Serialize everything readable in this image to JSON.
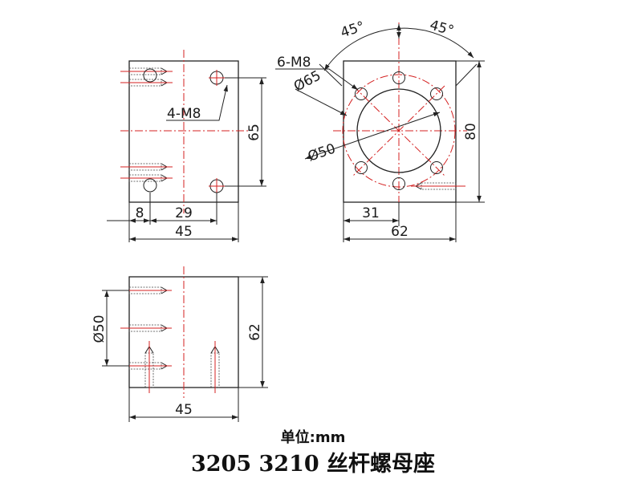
{
  "drawing": {
    "front_view": {
      "hole_note": "4-M8",
      "height_dim": "65",
      "offset_dim": "8",
      "spacing_dim": "29",
      "width_dim": "45"
    },
    "side_view": {
      "angle_left": "45°",
      "angle_right": "45°",
      "hole_note": "6-M8",
      "bolt_circle_dim": "Ø65",
      "bore_dim": "Ø50",
      "height_dim": "80",
      "center_offset_dim": "31",
      "width_dim": "62"
    },
    "top_view": {
      "bore_dim": "Ø50",
      "height_dim": "62",
      "width_dim": "45"
    }
  },
  "caption": {
    "unit": "单位:mm",
    "title": "3205 3210 丝杆螺母座"
  },
  "colors": {
    "line": "#222222",
    "centerline": "#d42020"
  }
}
